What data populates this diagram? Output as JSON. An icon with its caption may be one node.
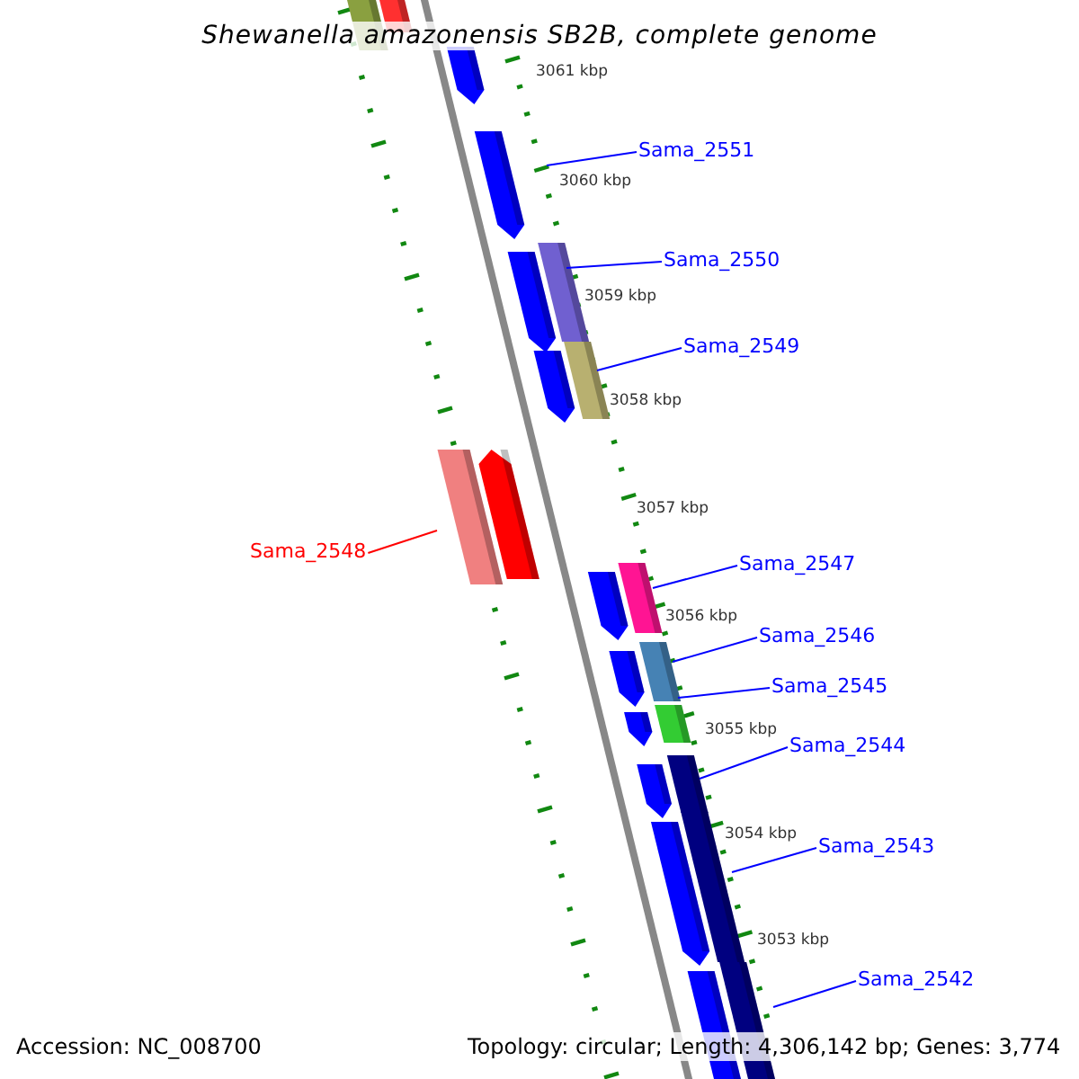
{
  "diagram": {
    "title": "Shewanella amazonensis SB2B, complete genome",
    "nodes": [
      {
        "text": [
          "Sama_2551"
        ]
      },
      {
        "text": [
          "Sama_2550"
        ]
      },
      {
        "text": [
          "Sama_2549"
        ]
      },
      {
        "text": [
          "Sama_2548"
        ]
      },
      {
        "text": [
          "Sama_2547"
        ]
      },
      {
        "text": [
          "Sama_2546"
        ]
      },
      {
        "text": [
          "Sama_2545"
        ]
      },
      {
        "text": [
          "Sama_2544"
        ]
      },
      {
        "text": [
          "Sama_2543"
        ]
      },
      {
        "text": [
          "Sama_2542"
        ]
      }
    ],
    "edges": [
      {
        "from": 0,
        "to": null,
        "arrow": "none"
      },
      {
        "from": 1,
        "to": null,
        "arrow": "none"
      },
      {
        "from": 2,
        "to": null,
        "arrow": "none"
      },
      {
        "from": 3,
        "to": null,
        "arrow": "none",
        "color": "#ff0000"
      },
      {
        "from": 4,
        "to": null,
        "arrow": "none"
      },
      {
        "from": 5,
        "to": null,
        "arrow": "none"
      },
      {
        "from": 6,
        "to": null,
        "arrow": "none"
      },
      {
        "from": 7,
        "to": null,
        "arrow": "none"
      },
      {
        "from": 8,
        "to": null,
        "arrow": "none"
      },
      {
        "from": 9,
        "to": null,
        "arrow": "none"
      }
    ],
    "labels": [
      "3061 kbp",
      "3060 kbp",
      "3059 kbp",
      "3058 kbp",
      "3057 kbp",
      "3056 kbp",
      "3055 kbp",
      "3054 kbp",
      "3053 kbp",
      "Accession: NC_008700",
      "Topology: circular; Length: 4,306,142 bp; Genes: 3,774"
    ]
  }
}
